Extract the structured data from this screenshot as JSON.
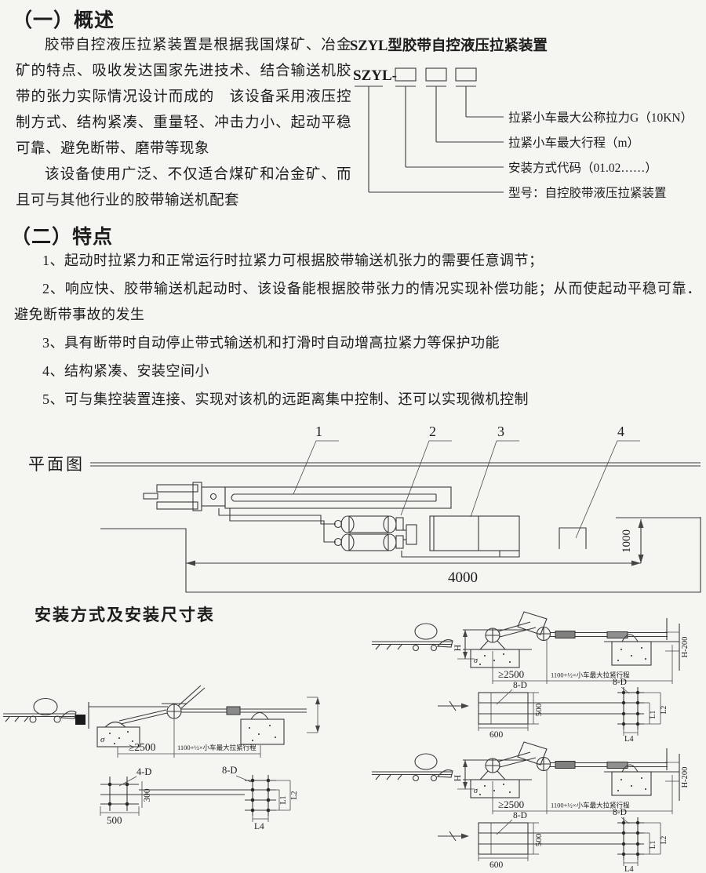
{
  "overview": {
    "heading": "（一）概述",
    "para1": "胶带自控液压拉紧装置是根据我国煤矿、冶金矿的特点、吸收发达国家先进技术、结合输送机胶带的张力实际情况设计而成的　该设备采用液压控制方式、结构紧凑、重量轻、冲击力小、起动平稳可靠、避免断带、磨带等现象",
    "para2": "该设备使用广泛、不仅适合煤矿和冶金矿、而且可与其他行业的胶带输送机配套"
  },
  "model_diagram": {
    "title": "SZYL型胶带自控液压拉紧装置",
    "prefix": "SZYL-",
    "labels": [
      "拉紧小车最大公称拉力G（10KN）",
      "拉紧小车最大行程（m）",
      "安装方式代码（01.02……）",
      "型号：自控胶带液压拉紧装置"
    ]
  },
  "features": {
    "heading": "（二）特点",
    "items": [
      "1、起动时拉紧力和正常运行时拉紧力可根据胶带输送机张力的需要任意调节；",
      "2、响应快、胶带输送机起动时、该设备能根据胶带张力的情况实现补偿功能；从而使起动平稳可靠．避免断带事故的发生",
      "3、具有断带时自动停止带式输送机和打滑时自动增高拉紧力等保护功能",
      "4、结构紧凑、安装空间小",
      "5、可与集控装置连接、实现对该机的远距离集中控制、还可以实现微机控制"
    ]
  },
  "plan_view": {
    "label": "平面图",
    "callouts": [
      "1",
      "2",
      "3",
      "4"
    ],
    "dims": {
      "width": "4000",
      "height": "1000"
    }
  },
  "installation": {
    "heading": "安装方式及安装尺寸表",
    "left_block": {
      "dim_min_distance": "≥2500",
      "dim_stroke_formula": "1100+½×小车最大拉紧行程",
      "bolt_pattern_a": {
        "label": "4-D",
        "width": "500",
        "height": "300"
      },
      "bolt_pattern_b": {
        "label": "8-D",
        "width": "L4",
        "inner_height": "L1",
        "outer_height": "L2"
      }
    },
    "right_blocks": [
      {
        "dim_height": "H",
        "dim_height_right": "H-200",
        "dim_min_distance": "≥2500",
        "dim_stroke_formula": "1100+½×小车最大拉紧行程",
        "bolt_pattern_a": {
          "label": "8-D",
          "width": "600",
          "height": "500"
        },
        "bolt_pattern_b": {
          "label": "8-D",
          "width": "L4",
          "inner_height": "L1",
          "outer_height": "L2"
        }
      },
      {
        "dim_height": "H",
        "dim_height_right": "H-200",
        "dim_min_distance": "≥2500",
        "dim_stroke_formula": "1100+½×小车最大拉紧行程",
        "bolt_pattern_a": {
          "label": "8-D",
          "width": "600",
          "height": "500"
        },
        "bolt_pattern_b": {
          "label": "8-D",
          "width": "L4",
          "inner_height": "L1",
          "outer_height": "L2"
        }
      }
    ]
  }
}
